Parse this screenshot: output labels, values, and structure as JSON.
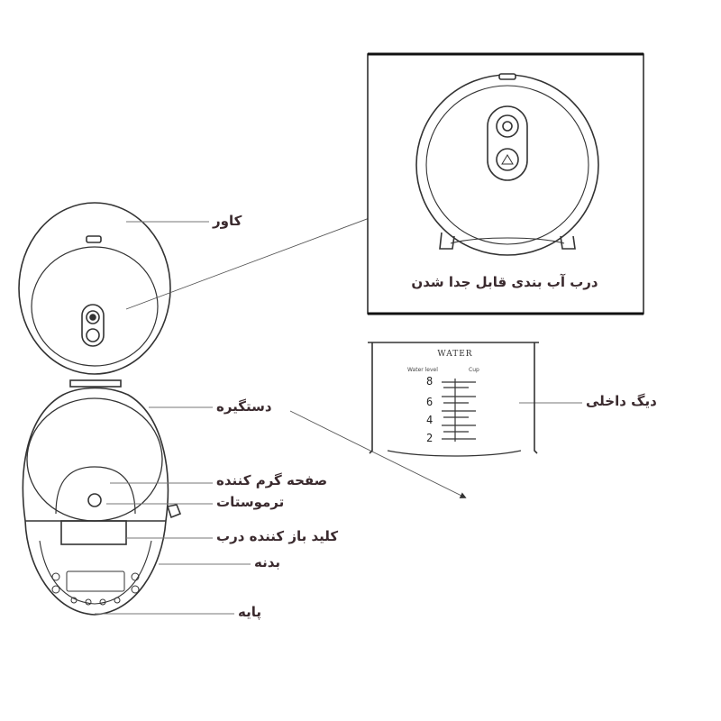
{
  "labels": {
    "cover": "کاور",
    "handle": "دستگیره",
    "heating_plate": "صفحه گرم کننده",
    "thermostat": "ترموستات",
    "lid_release": "کلید باز کننده درب",
    "body": "بدنه",
    "base": "پایه",
    "inner_pot": "دیگ داخلی"
  },
  "inset": {
    "caption": "درب آب بندی قابل جدا شدن"
  },
  "inner_pot": {
    "title": "WATER",
    "left_header": "Water level",
    "right_header": "Cup",
    "marks": [
      "8",
      "6",
      "4",
      "2"
    ]
  }
}
